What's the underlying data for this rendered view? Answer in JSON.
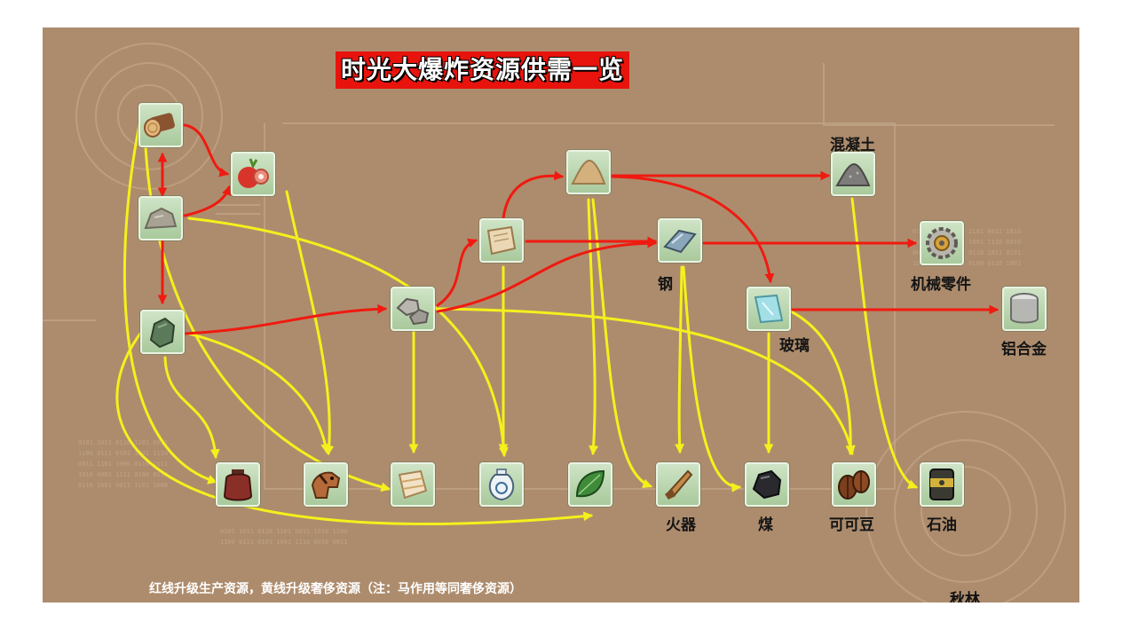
{
  "title": "时光大爆炸资源供需一览",
  "footer": "红线升级生产资源，黄线升级奢侈资源（注：马作用等同奢侈资源）",
  "author": "秋林",
  "colors": {
    "background": "#ad8c6d",
    "production_line": "#f01a10",
    "luxury_line": "#f5f01c",
    "title_bg": "#e8130c",
    "tile": "#bfd9b4"
  },
  "nodes": [
    {
      "id": "wood",
      "icon": "log-icon"
    },
    {
      "id": "food",
      "icon": "fruit-meat-icon"
    },
    {
      "id": "stone",
      "icon": "rock-icon"
    },
    {
      "id": "ore",
      "icon": "green-ore-icon"
    },
    {
      "id": "refined",
      "icon": "refined-stone-icon"
    },
    {
      "id": "paper",
      "icon": "scroll-icon"
    },
    {
      "id": "sand",
      "icon": "sand-pile-icon"
    },
    {
      "id": "concrete",
      "icon": "concrete-icon",
      "label": "混凝土"
    },
    {
      "id": "steel",
      "icon": "steel-ingot-icon",
      "label": "钢"
    },
    {
      "id": "machine",
      "icon": "gear-icon",
      "label": "机械零件"
    },
    {
      "id": "glass",
      "icon": "glass-pane-icon",
      "label": "玻璃"
    },
    {
      "id": "alloy",
      "icon": "alloy-cylinder-icon",
      "label": "铝合金"
    },
    {
      "id": "wine",
      "icon": "wine-jar-icon"
    },
    {
      "id": "horse",
      "icon": "horse-icon"
    },
    {
      "id": "silk",
      "icon": "silk-cloth-icon"
    },
    {
      "id": "porcelain",
      "icon": "vase-icon"
    },
    {
      "id": "tea",
      "icon": "leaf-icon"
    },
    {
      "id": "firearm",
      "icon": "gun-icon",
      "label": "火器"
    },
    {
      "id": "coal",
      "icon": "coal-icon",
      "label": "煤"
    },
    {
      "id": "cocoa",
      "icon": "cocoa-bean-icon",
      "label": "可可豆"
    },
    {
      "id": "oil",
      "icon": "oil-barrel-icon",
      "label": "石油"
    }
  ],
  "links": [
    {
      "from": "wood",
      "to": "food",
      "type": "production"
    },
    {
      "from": "wood",
      "to": "stone",
      "type": "production"
    },
    {
      "from": "stone",
      "to": "food",
      "type": "production"
    },
    {
      "from": "stone",
      "to": "ore",
      "type": "production"
    },
    {
      "from": "ore",
      "to": "refined",
      "type": "production"
    },
    {
      "from": "refined",
      "to": "paper",
      "type": "production"
    },
    {
      "from": "refined",
      "to": "steel",
      "type": "production"
    },
    {
      "from": "paper",
      "to": "sand",
      "type": "production"
    },
    {
      "from": "paper",
      "to": "steel",
      "type": "production"
    },
    {
      "from": "sand",
      "to": "concrete",
      "type": "production"
    },
    {
      "from": "sand",
      "to": "glass",
      "type": "production"
    },
    {
      "from": "steel",
      "to": "machine",
      "type": "production"
    },
    {
      "from": "glass",
      "to": "alloy",
      "type": "production"
    },
    {
      "from": "wood",
      "to": "wine",
      "type": "luxury"
    },
    {
      "from": "wood",
      "to": "silk",
      "type": "luxury"
    },
    {
      "from": "food",
      "to": "horse",
      "type": "luxury"
    },
    {
      "from": "stone",
      "to": "porcelain",
      "type": "luxury"
    },
    {
      "from": "ore",
      "to": "wine",
      "type": "luxury"
    },
    {
      "from": "ore",
      "to": "horse",
      "type": "luxury"
    },
    {
      "from": "ore",
      "to": "tea",
      "type": "luxury"
    },
    {
      "from": "refined",
      "to": "silk",
      "type": "luxury"
    },
    {
      "from": "refined",
      "to": "cocoa",
      "type": "luxury"
    },
    {
      "from": "paper",
      "to": "porcelain",
      "type": "luxury"
    },
    {
      "from": "sand",
      "to": "tea",
      "type": "luxury"
    },
    {
      "from": "sand",
      "to": "firearm",
      "type": "luxury"
    },
    {
      "from": "steel",
      "to": "firearm",
      "type": "luxury"
    },
    {
      "from": "steel",
      "to": "coal",
      "type": "luxury"
    },
    {
      "from": "glass",
      "to": "coal",
      "type": "luxury"
    },
    {
      "from": "glass",
      "to": "cocoa",
      "type": "luxury"
    },
    {
      "from": "concrete",
      "to": "oil",
      "type": "luxury"
    }
  ]
}
